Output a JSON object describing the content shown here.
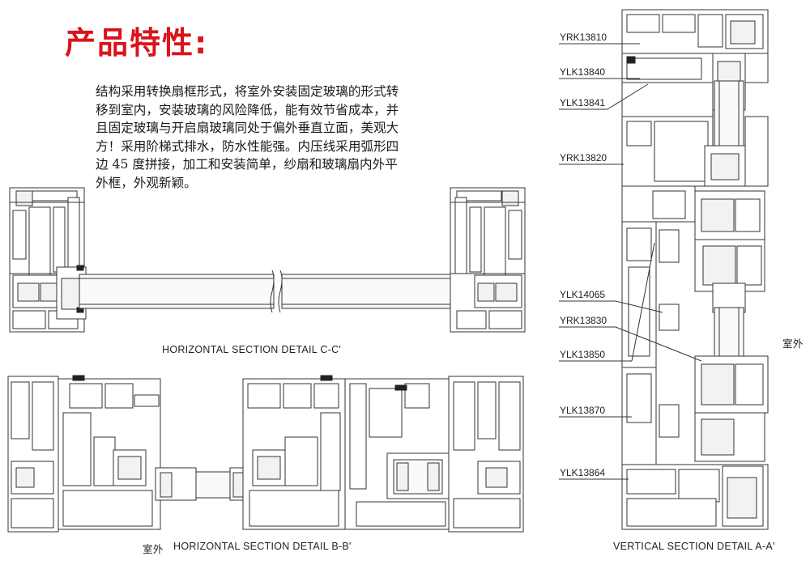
{
  "heading": "产品特性:",
  "description_lines": [
    "结构采用转换扇框形式，将室外安装固定玻璃的形式转",
    "移到室内，安装玻璃的风险降低，能有效节省成本，并",
    "且固定玻璃与开启扇玻璃同处于偏外垂直立面，美观大",
    "方！采用阶梯式排水，防水性能强。内压线采用弧形四",
    "边 45 度拼接，加工和安装简单，纱扇和玻璃扇内外平",
    "外框，外观新颖。"
  ],
  "captions": {
    "horizontal_cc": "HORIZONTAL SECTION DETAIL C-C'",
    "horizontal_bb_prefix": "室外",
    "horizontal_bb": "HORIZONTAL SECTION DETAIL B-B'",
    "vertical_aa": "VERTICAL SECTION DETAIL A-A'",
    "outdoor": "室外"
  },
  "part_labels": [
    "YRK13810",
    "YLK13840",
    "YLK13841",
    "YRK13820",
    "YLK14065",
    "YRK13830",
    "YLK13850",
    "YLK13870",
    "YLK13864"
  ]
}
